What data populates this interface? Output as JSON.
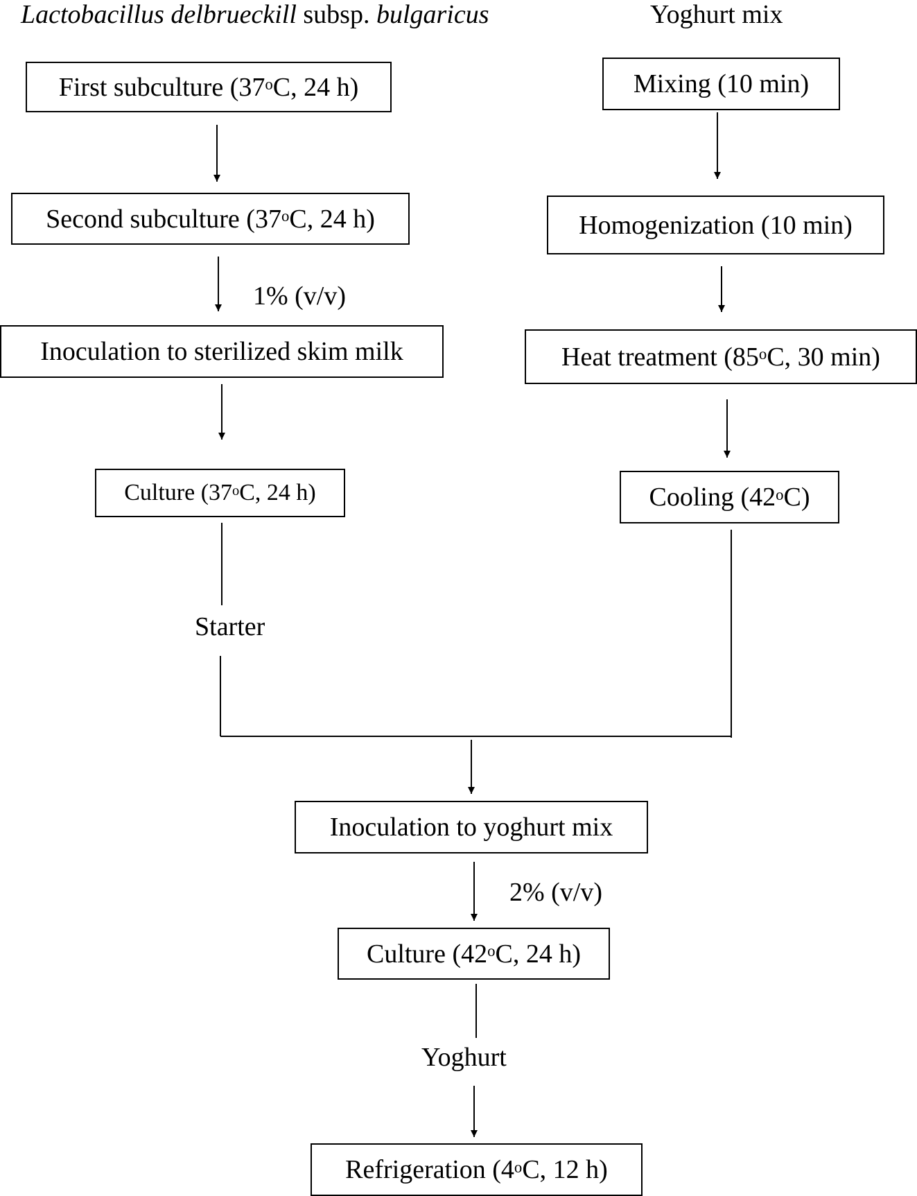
{
  "header": {
    "left": {
      "genus": "Lactobacillus",
      "species": "delbrueckill",
      "subsp": "subsp.",
      "variety": "bulgaricus"
    },
    "right": "Yoghurt mix"
  },
  "left_branch": {
    "first_subculture": {
      "pre": "First subculture (37",
      "deg": "o",
      "post": "C, 24 h)"
    },
    "second_subculture": {
      "pre": "Second subculture (37",
      "deg": "o",
      "post": "C, 24 h)"
    },
    "ratio_1": "1% (v/v)",
    "inoculation_skim_milk": "Inoculation to sterilized skim milk",
    "culture_37": {
      "pre": "Culture (37",
      "deg": "o",
      "post": "C, 24 h)"
    },
    "starter": "Starter"
  },
  "right_branch": {
    "mixing": "Mixing (10 min)",
    "homogenization": "Homogenization (10 min)",
    "heat_treatment": {
      "pre": "Heat treatment (85 ",
      "deg": "o",
      "post": "C, 30 min)"
    },
    "cooling": {
      "pre": "Cooling (42",
      "deg": "o",
      "post": "C)"
    }
  },
  "merged": {
    "inoculation_yoghurt_mix": "Inoculation to yoghurt mix",
    "ratio_2": "2% (v/v)",
    "culture_42": {
      "pre": "Culture (42",
      "deg": "o",
      "post": "C, 24 h)"
    },
    "yoghurt": "Yoghurt",
    "refrigeration": {
      "pre": "Refrigeration (4",
      "deg": "o",
      "post": "C, 12 h)"
    }
  },
  "colors": {
    "line": "#000000",
    "background": "#ffffff"
  }
}
